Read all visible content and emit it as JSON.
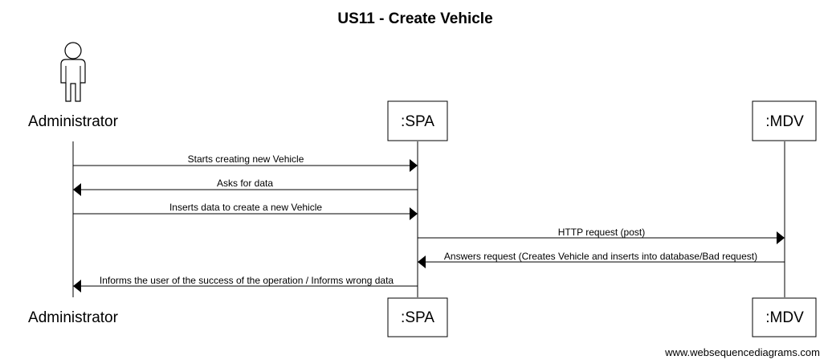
{
  "title": "US11 - Create Vehicle",
  "participants": {
    "administrator": {
      "label": "Administrator",
      "kind": "actor"
    },
    "spa": {
      "label": ":SPA",
      "kind": "participant"
    },
    "mdv": {
      "label": ":MDV",
      "kind": "participant"
    }
  },
  "messages": [
    {
      "from": "administrator",
      "to": "spa",
      "label": "Starts creating new Vehicle"
    },
    {
      "from": "spa",
      "to": "administrator",
      "label": "Asks for data"
    },
    {
      "from": "administrator",
      "to": "spa",
      "label": "Inserts data to create a new Vehicle"
    },
    {
      "from": "spa",
      "to": "mdv",
      "label": "HTTP request (post)"
    },
    {
      "from": "mdv",
      "to": "spa",
      "label": "Answers request (Creates Vehicle and inserts into database/Bad request)"
    },
    {
      "from": "spa",
      "to": "administrator",
      "label": "Informs the user of the success of the operation / Informs wrong data"
    }
  ],
  "watermark": "www.websequencediagrams.com"
}
